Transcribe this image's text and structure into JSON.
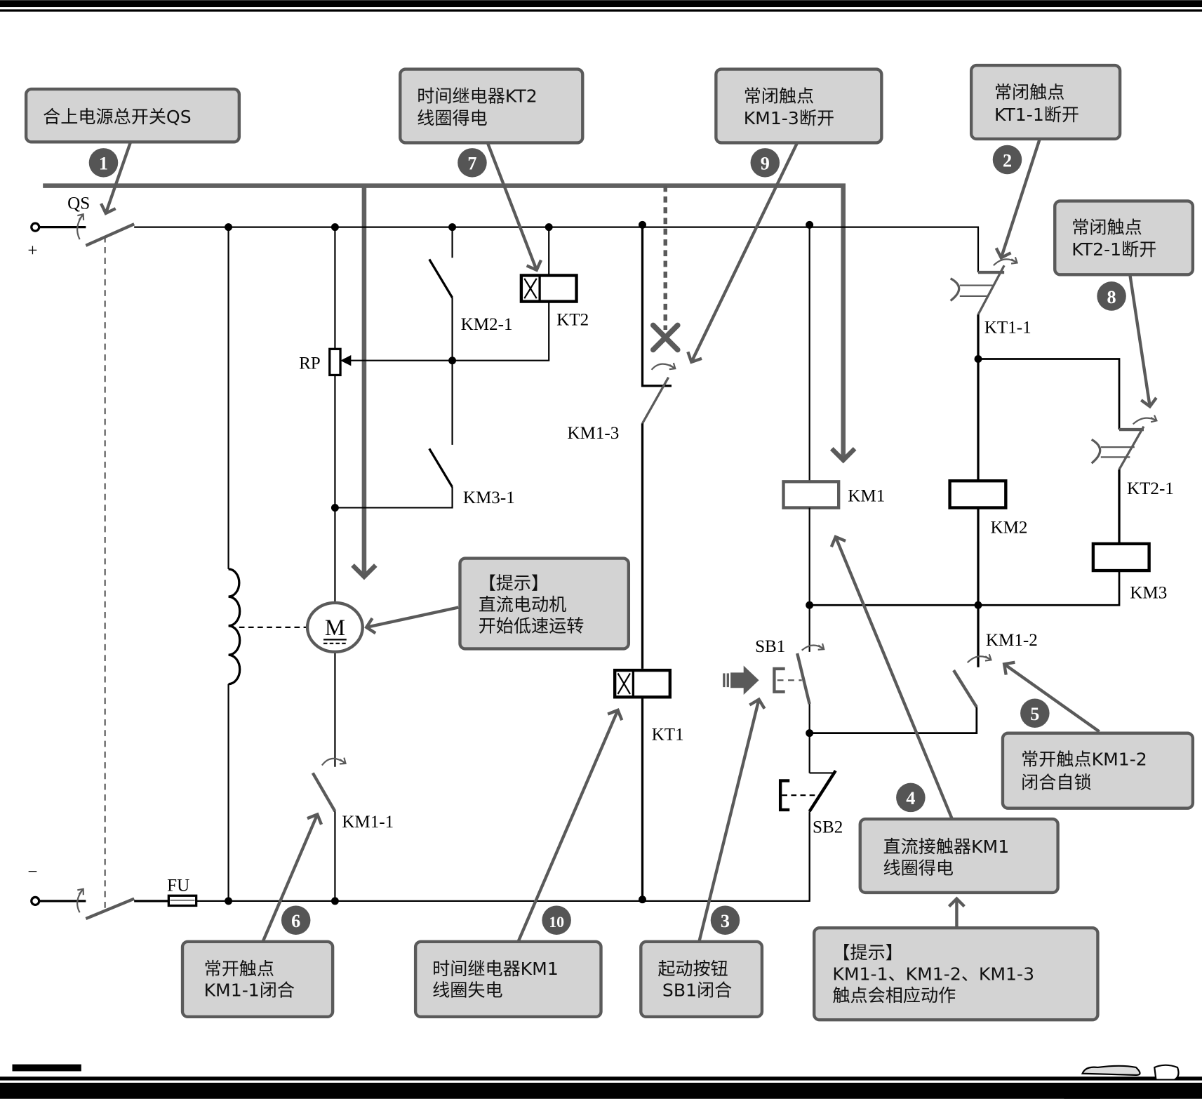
{
  "diagram": {
    "type": "DC motor control circuit (step-by-step start explanation)",
    "terminals": {
      "positive": "+",
      "negative": "−"
    },
    "component_labels": {
      "qs": "QS",
      "fu": "FU",
      "rp": "RP",
      "motor": "M",
      "km2_1": "KM2-1",
      "km3_1": "KM3-1",
      "kt2": "KT2",
      "km1_1": "KM1-1",
      "km1_3": "KM1-3",
      "kt1": "KT1",
      "km1": "KM1",
      "sb1": "SB1",
      "sb2": "SB2",
      "kt1_1": "KT1-1",
      "km2": "KM2",
      "kt2_1": "KT2-1",
      "km3": "KM3",
      "km1_2": "KM1-2"
    },
    "callouts": [
      {
        "step": "1",
        "lines": [
          "合上电源总开关QS"
        ]
      },
      {
        "step": "2",
        "lines": [
          "常闭触点",
          "KT1-1断开"
        ]
      },
      {
        "step": "3",
        "lines": [
          "起动按钮",
          "SB1闭合"
        ]
      },
      {
        "step": "4",
        "lines": [
          "直流接触器KM1",
          "线圈得电"
        ]
      },
      {
        "step": "5",
        "lines": [
          "常开触点KM1-2",
          "闭合自锁"
        ]
      },
      {
        "step": "6",
        "lines": [
          "常开触点",
          "KM1-1闭合"
        ]
      },
      {
        "step": "7",
        "lines": [
          "时间继电器KT2",
          "线圈得电"
        ]
      },
      {
        "step": "8",
        "lines": [
          "常闭触点",
          "KT2-1断开"
        ]
      },
      {
        "step": "9",
        "lines": [
          "常闭触点",
          "KM1-3断开"
        ]
      },
      {
        "step": "10",
        "lines": [
          "时间继电器KM1",
          "线圈失电"
        ]
      }
    ],
    "hints": [
      {
        "lines": [
          "【提示】",
          "直流电动机",
          "开始低速运转"
        ]
      },
      {
        "lines": [
          "【提示】",
          "KM1-1、KM1-2、KM1-3",
          "触点会相应动作"
        ]
      }
    ]
  }
}
